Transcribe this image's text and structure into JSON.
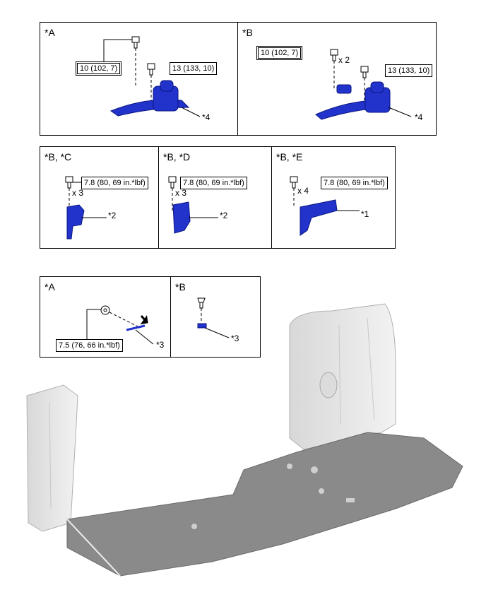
{
  "top_panels": [
    {
      "label": "*A",
      "torque_large": "10 (102, 7)",
      "torque_small": "13 (133, 10)",
      "callout": "*4"
    },
    {
      "label": "*B",
      "torque_large": "10 (102, 7)",
      "qty": "x 2",
      "torque_small": "13 (133, 10)",
      "callout": "*4"
    }
  ],
  "mid_panels": [
    {
      "label": "*B, *C",
      "torque": "7.8 (80, 69 in.*lbf)",
      "qty": "x 3",
      "callout": "*2"
    },
    {
      "label": "*B, *D",
      "torque": "7.8 (80, 69 in.*lbf)",
      "qty": "x 3",
      "callout": "*2"
    },
    {
      "label": "*B, *E",
      "torque": "7.8 (80, 69 in.*lbf)",
      "qty": "x 4",
      "callout": "*1"
    }
  ],
  "bottom_panels": [
    {
      "label": "*A",
      "torque": "7.5 (76, 66 in.*lbf)",
      "callout": "*3"
    },
    {
      "label": "*B",
      "callout": "*3"
    }
  ],
  "colors": {
    "part_blue": "#2233cc",
    "panel_gray": "#e6e6e6",
    "floor_gray": "#8a8a8a"
  }
}
